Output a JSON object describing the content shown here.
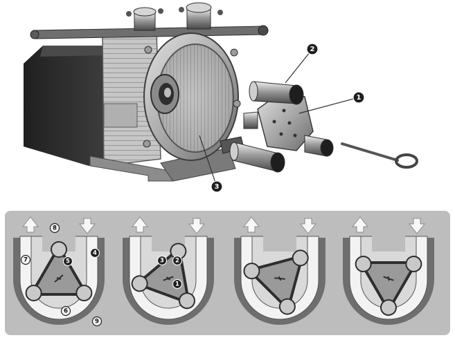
{
  "photo_callouts": [
    {
      "label": "1",
      "part": "casing-assembly"
    },
    {
      "label": "2",
      "part": "port-tube"
    },
    {
      "label": "3",
      "part": "rotor"
    }
  ],
  "stage_diagrams": [
    {
      "stage": 1,
      "rotation_deg": 0,
      "callouts": [
        "4",
        "5",
        "6",
        "7",
        "8",
        "9"
      ],
      "arrows": [
        "discharge-up",
        "suction-down"
      ]
    },
    {
      "stage": 2,
      "rotation_deg": 20,
      "callouts": [
        "1",
        "2",
        "3"
      ],
      "arrows": [
        "discharge-up",
        "suction-down"
      ]
    },
    {
      "stage": 3,
      "rotation_deg": 45,
      "callouts": [],
      "arrows": [
        "discharge-up",
        "suction-down"
      ]
    },
    {
      "stage": 4,
      "rotation_deg": 60,
      "callouts": [],
      "arrows": [
        "discharge-up",
        "suction-down"
      ]
    }
  ],
  "colors": {
    "panel": "#bdbdbd",
    "housing": "#6e6e6e",
    "hose": "#f3f3f3",
    "rotor": "#9a9a9a",
    "pump_body": "#3a3a3a",
    "metal": "#b8b8b8",
    "callout_dark": "#1e1e1e"
  }
}
